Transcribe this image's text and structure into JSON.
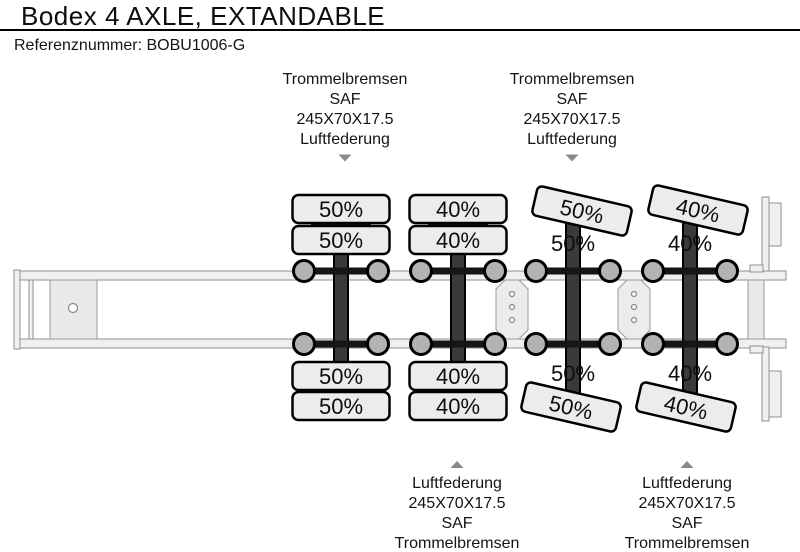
{
  "header": {
    "title": "Bodex 4 AXLE, EXTANDABLE",
    "reference": "Referenznummer: BOBU1006-G"
  },
  "spec_labels": {
    "top_left": {
      "lines": [
        "Trommelbremsen",
        "SAF",
        "245X70X17.5",
        "Luftfederung"
      ]
    },
    "top_right": {
      "lines": [
        "Trommelbremsen",
        "SAF",
        "245X70X17.5",
        "Luftfederung"
      ]
    },
    "bottom_left": {
      "lines": [
        "Luftfederung",
        "245X70X17.5",
        "SAF",
        "Trommelbremsen"
      ]
    },
    "bottom_right": {
      "lines": [
        "Luftfederung",
        "245X70X17.5",
        "SAF",
        "Trommelbremsen"
      ]
    }
  },
  "axles": [
    {
      "id": "axle-1",
      "tires": {
        "outer_top": "50%",
        "inner_top": "50%",
        "inner_bottom": "50%",
        "outer_bottom": "50%"
      }
    },
    {
      "id": "axle-2",
      "tires": {
        "outer_top": "40%",
        "inner_top": "40%",
        "inner_bottom": "40%",
        "outer_bottom": "40%"
      }
    },
    {
      "id": "axle-3",
      "tires": {
        "outer_top": "50%",
        "inner_top": "50%",
        "inner_bottom": "50%",
        "outer_bottom": "50%"
      }
    },
    {
      "id": "axle-4",
      "tires": {
        "outer_top": "40%",
        "inner_top": "40%",
        "inner_bottom": "40%",
        "outer_bottom": "40%"
      }
    }
  ],
  "colors": {
    "text": "#111111",
    "box_fill": "#ececec",
    "box_stroke": "#000000",
    "wheel_fill": "#b3b3b3",
    "frame_fill": "#f0f0f0",
    "frame_stroke": "#8f8f8f",
    "shaft_fill": "#3a3a3a",
    "arrow": "#8a8a8a"
  }
}
